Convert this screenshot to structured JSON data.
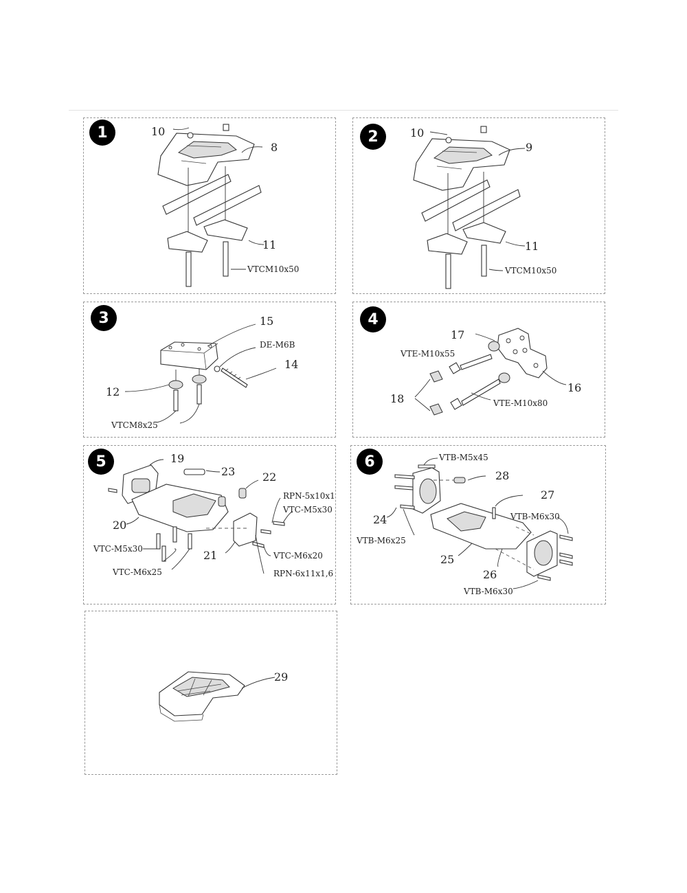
{
  "panels": [
    {
      "badge": "1",
      "labels": [
        "10",
        "8",
        "11",
        "VTCM10x50"
      ]
    },
    {
      "badge": "2",
      "labels": [
        "10",
        "9",
        "11",
        "VTCM10x50"
      ]
    },
    {
      "badge": "3",
      "labels": [
        "15",
        "DE-M6B",
        "14",
        "12",
        "VTCM8x25"
      ]
    },
    {
      "badge": "4",
      "labels": [
        "17",
        "VTE-M10x55",
        "16",
        "18",
        "VTE-M10x80"
      ]
    },
    {
      "badge": "5",
      "labels": [
        "19",
        "23",
        "22",
        "RPN-5x10x1",
        "VTC-M5x30",
        "20",
        "VTC-M5x30",
        "21",
        "VTC-M6x20",
        "VTC-M6x25",
        "RPN-6x11x1,6"
      ]
    },
    {
      "badge": "6",
      "labels": [
        "VTB-M5x45",
        "28",
        "27",
        "24",
        "VTB-M6x30",
        "VTB-M6x25",
        "25",
        "26",
        "VTB-M6x30"
      ]
    },
    {
      "badge": "",
      "labels": [
        "29"
      ]
    }
  ],
  "colors": {
    "line": "#333333",
    "badge": "#000000",
    "border": "#9a9a9a"
  }
}
